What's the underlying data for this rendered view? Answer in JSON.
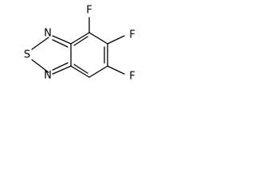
{
  "molecule": {
    "atoms": [
      {
        "symbol": "F",
        "role": "substituent"
      },
      {
        "symbol": "F",
        "role": "substituent"
      },
      {
        "symbol": "F",
        "role": "substituent"
      },
      {
        "symbol": "N",
        "role": "ring"
      },
      {
        "symbol": "S",
        "role": "ring"
      },
      {
        "symbol": "N",
        "role": "ring"
      }
    ],
    "colors": {
      "bond": "#000000",
      "text": "#000000",
      "background": "#ffffff"
    }
  }
}
